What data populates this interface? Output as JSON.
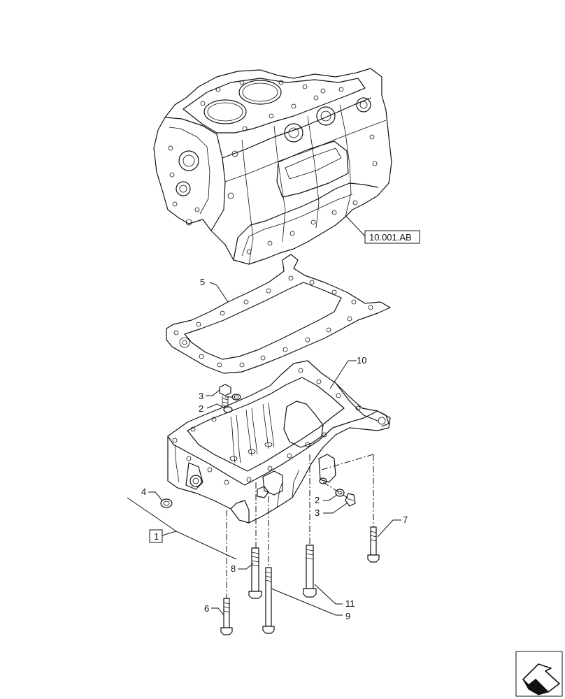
{
  "reference_label": "10.001.AB",
  "group_label": "1",
  "callouts": {
    "c2a": "2",
    "c2b": "2",
    "c3a": "3",
    "c3b": "3",
    "c4": "4",
    "c5": "5",
    "c6": "6",
    "c7": "7",
    "c8": "8",
    "c9": "9",
    "c10": "10",
    "c11": "11"
  },
  "navigation_icon": "arrow-icon",
  "colors": {
    "line": "#111111",
    "background": "#ffffff"
  }
}
